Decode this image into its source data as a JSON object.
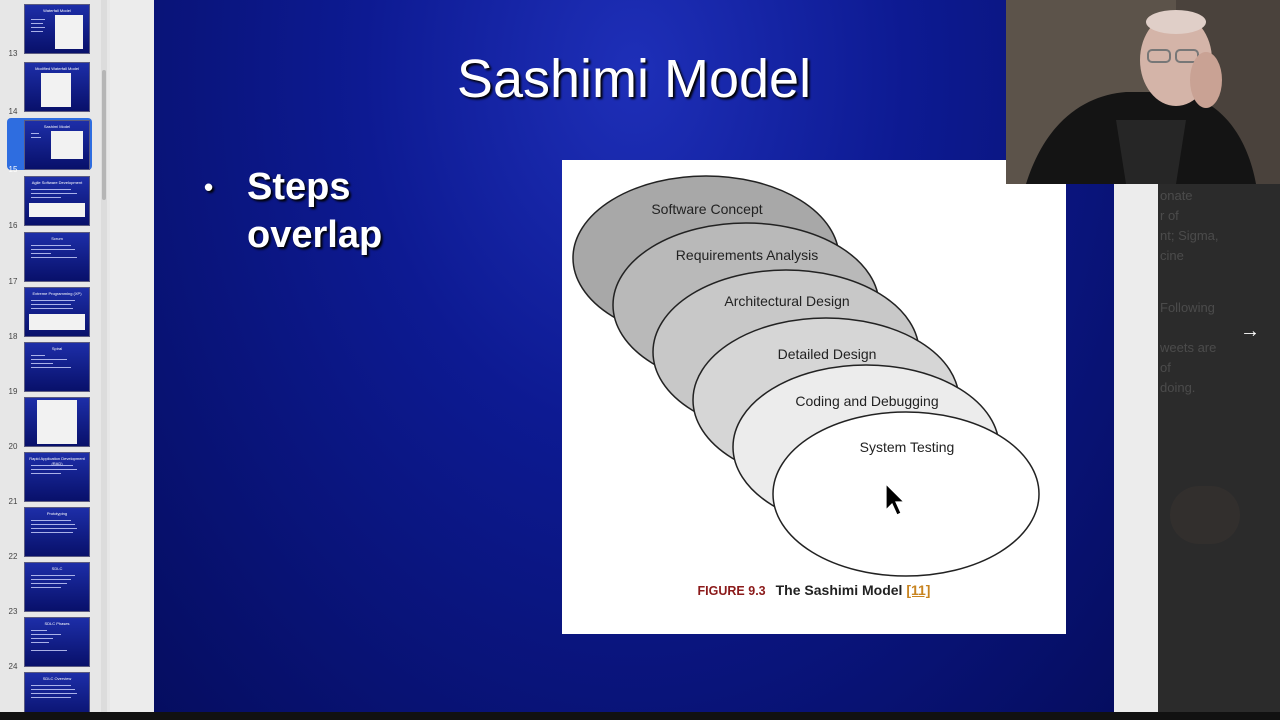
{
  "sidebar": {
    "thumbnails": [
      {
        "number": "13",
        "title": "Waterfall Model",
        "selected": false
      },
      {
        "number": "14",
        "title": "Modified Waterfall Model",
        "selected": false
      },
      {
        "number": "15",
        "title": "Sashimi Model",
        "selected": true
      },
      {
        "number": "16",
        "title": "Agile Software Development",
        "selected": false
      },
      {
        "number": "17",
        "title": "Scrum",
        "selected": false
      },
      {
        "number": "18",
        "title": "Extreme Programming (XP)",
        "selected": false
      },
      {
        "number": "19",
        "title": "Spiral",
        "selected": false
      },
      {
        "number": "20",
        "title": "",
        "selected": false
      },
      {
        "number": "21",
        "title": "Rapid Application Development (RAD)",
        "selected": false
      },
      {
        "number": "22",
        "title": "Prototyping",
        "selected": false
      },
      {
        "number": "23",
        "title": "SDLC",
        "selected": false
      },
      {
        "number": "24",
        "title": "SDLC Phases",
        "selected": false
      },
      {
        "number": "",
        "title": "SDLC Overview",
        "selected": false
      }
    ]
  },
  "slide": {
    "title": "Sashimi Model",
    "bullet": "Steps overlap",
    "figure": {
      "phases": [
        "Software Concept",
        "Requirements Analysis",
        "Architectural Design",
        "Detailed Design",
        "Coding and Debugging",
        "System Testing"
      ],
      "caption_number": "FIGURE 9.3",
      "caption_text": "The Sashimi Model",
      "caption_ref": "[11]"
    }
  },
  "icons": {
    "collapse": "double-chevron-left-icon",
    "next": "arrow-right-icon",
    "cursor": "mouse-pointer-icon"
  },
  "colors": {
    "slide_bg": "#0d1a92",
    "selected_thumb": "#2e6de0",
    "caption_number": "#8b1a1a",
    "caption_ref": "#c88420"
  }
}
